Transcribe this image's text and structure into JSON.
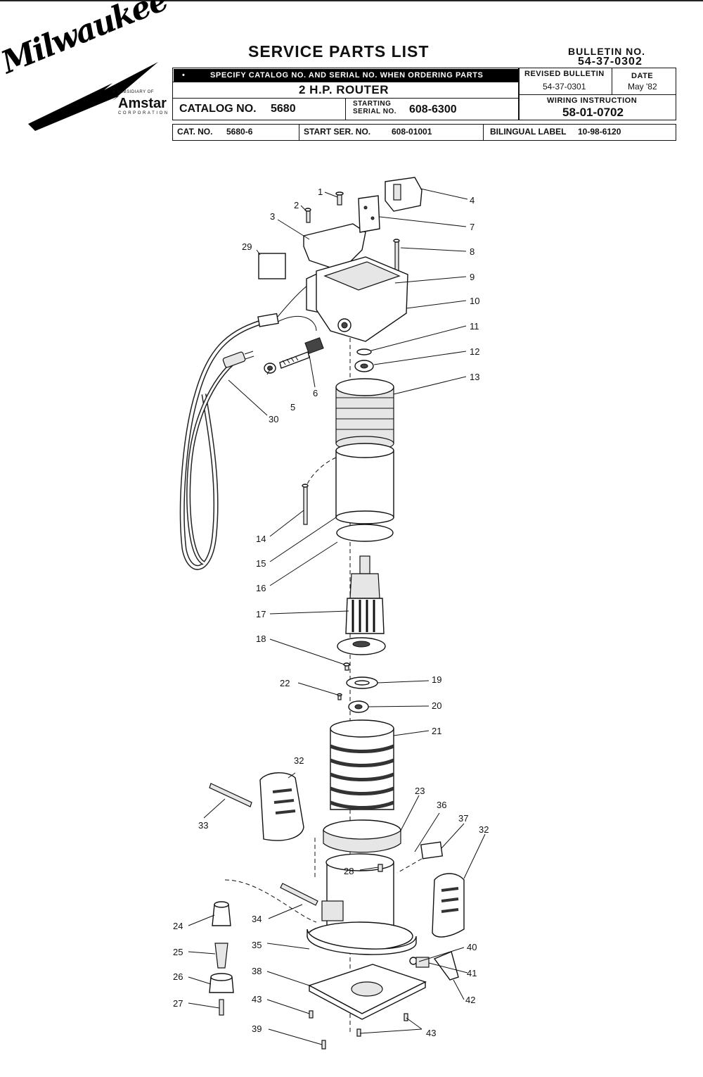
{
  "logo": {
    "brand": "Milwaukee",
    "subsidiary": "A SUBSIDIARY OF",
    "parent": "Amstar",
    "corporation": "CORPORATION"
  },
  "header": {
    "title": "SERVICE PARTS LIST",
    "bulletin_label": "BULLETIN NO.",
    "bulletin_no": "54-37-0302",
    "instruction": "SPECIFY CATALOG NO. AND SERIAL NO. WHEN ORDERING PARTS",
    "product": "2 H.P. ROUTER",
    "catalog_label": "CATALOG NO.",
    "catalog_no": "5680",
    "starting_label_1": "STARTING",
    "starting_label_2": "SERIAL NO.",
    "starting_serial": "608-6300",
    "revised_label": "REVISED BULLETIN",
    "revised_no": "54-37-0301",
    "date_label": "DATE",
    "date_value": "May '82",
    "wiring_label": "WIRING INSTRUCTION",
    "wiring_no": "58-01-0702",
    "cat_label": "CAT. NO.",
    "cat_no": "5680-6",
    "start_ser_label": "START SER. NO.",
    "start_ser_no": "608-01001",
    "bilingual_label": "BILINGUAL LABEL",
    "bilingual_no": "10-98-6120"
  },
  "callouts": [
    "1",
    "2",
    "3",
    "4",
    "5",
    "6",
    "7",
    "8",
    "9",
    "10",
    "11",
    "12",
    "13",
    "14",
    "15",
    "16",
    "17",
    "18",
    "19",
    "20",
    "21",
    "22",
    "23",
    "24",
    "25",
    "26",
    "27",
    "28",
    "29",
    "30",
    "32",
    "32",
    "33",
    "34",
    "35",
    "36",
    "37",
    "38",
    "39",
    "40",
    "41",
    "42",
    "43",
    "43"
  ]
}
